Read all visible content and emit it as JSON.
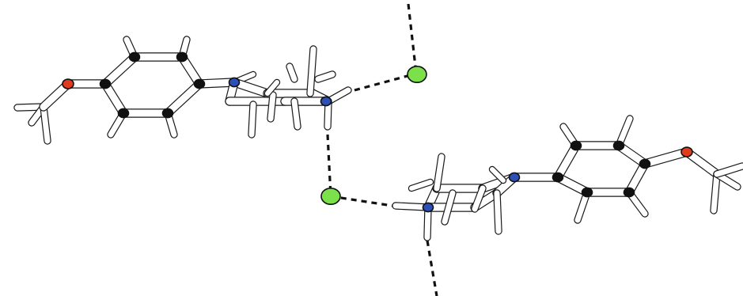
{
  "figure": {
    "type": "crystal-packing-diagram",
    "molecules": 2,
    "colors": {
      "background": "#ffffff",
      "bond_outline": "#1a1a1a",
      "bond_fill": "#ffffff",
      "carbon": "#111111",
      "nitrogen": "#2d4fb8",
      "oxygen": "#e23a1c",
      "chloride": "#7ce04a",
      "hydrogen_bond": "#111111"
    },
    "atom_counts": {
      "chloride": 2,
      "nitrogen": 4,
      "oxygen": 2,
      "aromatic_carbon": 12
    }
  }
}
